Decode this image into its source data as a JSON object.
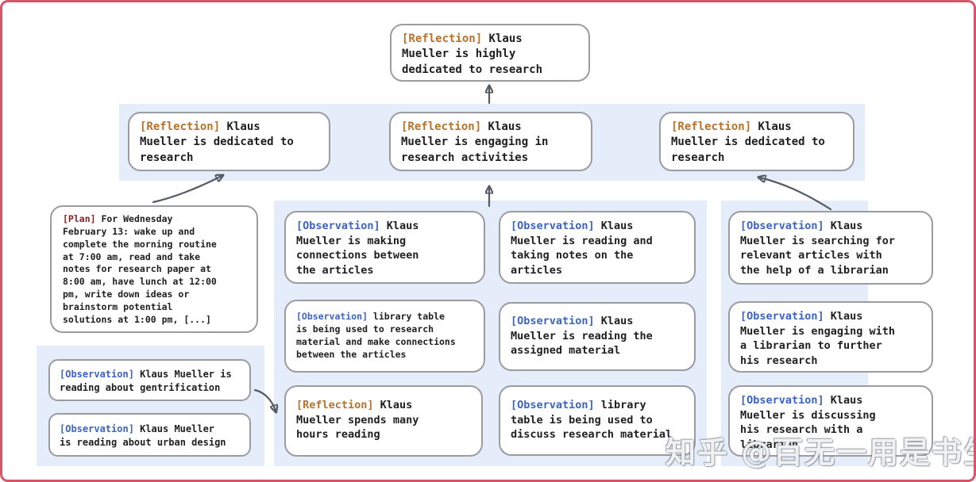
{
  "colors": {
    "frame_border": "#d5566a",
    "band_background": "#e4edf9",
    "box_border": "#9a9ca0",
    "reflection_tag": "#b5732c",
    "observation_tag": "#3b63c4",
    "plan_tag": "#8f1d1d",
    "body_text": "#1f1f1f",
    "arrow": "#555b63"
  },
  "nodes": {
    "top_reflection": {
      "tag": "[Reflection]",
      "text": "Klaus\nMueller is highly\ndedicated to research"
    },
    "mid_reflection_left": {
      "tag": "[Reflection]",
      "text": "Klaus\nMueller is dedicated to\nresearch"
    },
    "mid_reflection_center": {
      "tag": "[Reflection]",
      "text": "Klaus\nMueller is engaging in\nresearch activities"
    },
    "mid_reflection_right": {
      "tag": "[Reflection]",
      "text": "Klaus\nMueller is dedicated to\nresearch"
    },
    "plan": {
      "tag": "[Plan]",
      "text": "For Wednesday\nFebruary 13: wake up and\ncomplete the morning routine\nat 7:00 am, read and take\nnotes for research paper at\n8:00 am, have lunch at 12:00\npm, write down ideas or\nbrainstorm potential\nsolutions at 1:00 pm, [...]"
    },
    "obs_gentrification": {
      "tag": "[Observation]",
      "text": "Klaus Mueller is\nreading about gentrification"
    },
    "obs_urban_design": {
      "tag": "[Observation]",
      "text": "Klaus Mueller\nis reading about urban design"
    },
    "obs_connections": {
      "tag": "[Observation]",
      "text": "Klaus\nMueller is making\nconnections between\nthe articles"
    },
    "obs_library_research": {
      "tag": "[Observation]",
      "text": "library table\nis being used to research\nmaterial and make connections\nbetween the articles"
    },
    "reflection_hours_reading": {
      "tag": "[Reflection]",
      "text": "Klaus\nMueller spends many\nhours reading"
    },
    "obs_taking_notes": {
      "tag": "[Observation]",
      "text": "Klaus\nMueller is reading and\ntaking notes on the\narticles"
    },
    "obs_assigned_material": {
      "tag": "[Observation]",
      "text": "Klaus\nMueller is reading the\nassigned material"
    },
    "obs_library_discuss": {
      "tag": "[Observation]",
      "text": "library\ntable is being used to\ndiscuss research material"
    },
    "obs_searching_articles": {
      "tag": "[Observation]",
      "text": "Klaus\nMueller is searching for\nrelevant articles with\nthe help of a librarian"
    },
    "obs_engaging_librarian": {
      "tag": "[Observation]",
      "text": "Klaus\nMueller is engaging with\na librarian to further\nhis research"
    },
    "obs_discussing_librarian": {
      "tag": "[Observation]",
      "text": "Klaus\nMueller is discussing\nhis research with a\nlibrarian"
    }
  },
  "edges": [
    {
      "from": "mid_reflection_center",
      "to": "top_reflection"
    },
    {
      "from": "plan",
      "to": "mid_reflection_left"
    },
    {
      "from": "center_observation_group",
      "to": "mid_reflection_center"
    },
    {
      "from": "right_observation_group",
      "to": "mid_reflection_right"
    },
    {
      "from": "left_observation_group",
      "to": "reflection_hours_reading"
    }
  ],
  "watermark": "知乎 @百无一用是书生"
}
